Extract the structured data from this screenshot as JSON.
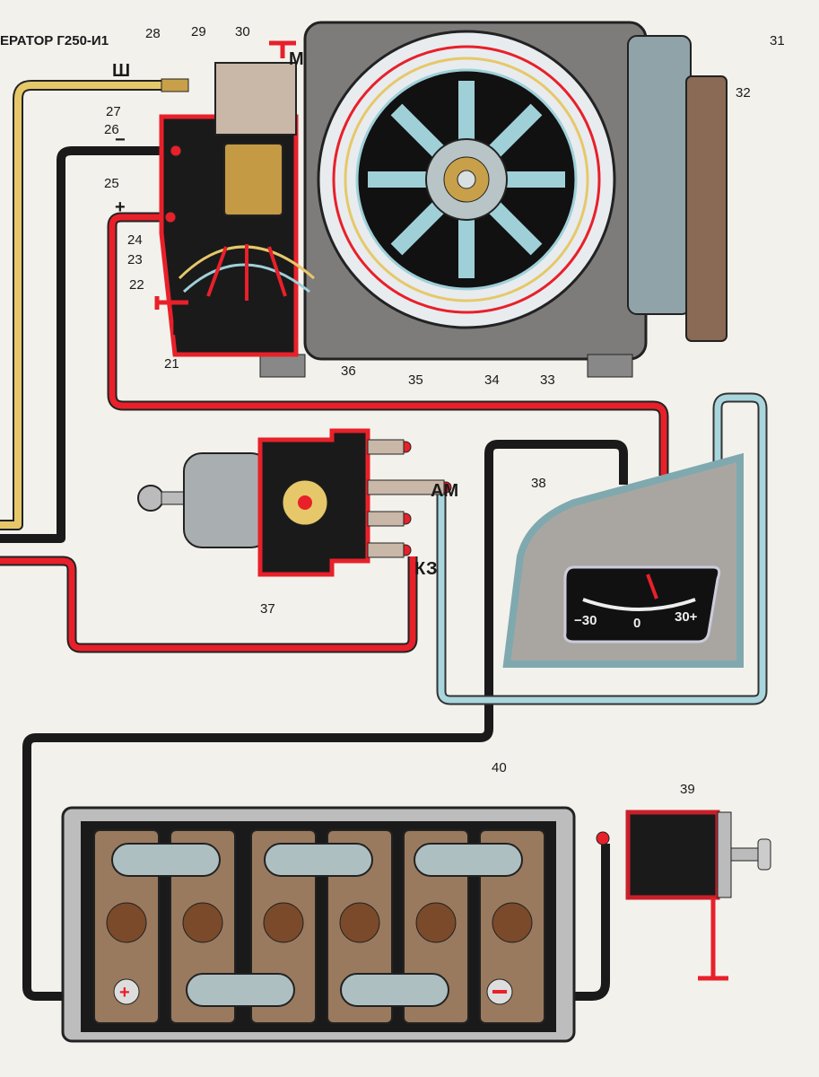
{
  "title": "ЕРАТОР Г250-И1",
  "terminals": {
    "sh": "Ш",
    "minus": "−",
    "plus": "+",
    "mass_top": "М",
    "mass_left": "М",
    "am": "АМ",
    "kz": "КЗ"
  },
  "callouts": [
    "21",
    "22",
    "23",
    "24",
    "25",
    "26",
    "27",
    "28",
    "29",
    "30",
    "31",
    "32",
    "33",
    "34",
    "35",
    "36",
    "37",
    "38",
    "39",
    "40"
  ],
  "ammeter": {
    "scale_min": "−30",
    "scale_mid": "0",
    "scale_max": "30+"
  },
  "colors": {
    "red_wire": "#e8202a",
    "yellow_wire": "#e6c86a",
    "black_wire": "#1a1a1a",
    "blue_wire": "#a9d6dc",
    "body": "#8a8a8a",
    "battery": "#9a7a5e"
  }
}
